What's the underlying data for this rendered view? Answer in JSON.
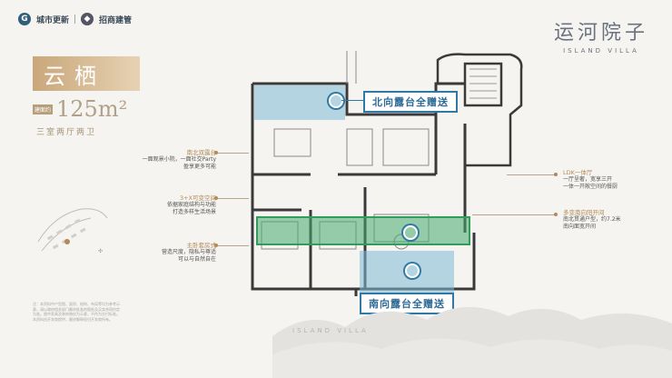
{
  "header": {
    "logo1": "城市更新",
    "logo2": "招商建管",
    "brand_cn": "运河院子",
    "brand_en": "ISLAND VILLA"
  },
  "unit": {
    "name": "云栖",
    "area_tag": "建面约",
    "area": "125m²",
    "rooms": "三室两厅两卫"
  },
  "left_annotations": [
    {
      "title": "南北双露台",
      "desc": "一面观景小院，一面社交Party\n盈享更多可能"
    },
    {
      "title": "3+X可变空间",
      "desc": "依据家庭结构与功能\n打造多样生活场景"
    },
    {
      "title": "主卧套房式",
      "desc": "营造尺度，隐私与尊适\n可以与自然自在"
    }
  ],
  "right_annotations": [
    {
      "title": "LDK一体厅",
      "desc": "一厅呈奢，宽享三开\n一体一开敞空间的餐厨"
    },
    {
      "title": "多变南向阳开间",
      "desc": "南北贯通户型，约7.2米\n南向面宽开间"
    }
  ],
  "callouts": {
    "north": "北向露台全赠送",
    "south": "南向露台全赠送"
  },
  "fine_print": "注：本资料中户型图、面积、结构、布局等均为参考示意，请以政府相关部门最终批准的图纸及买卖合同约定为准。图中家具及装饰物仅为示意，不作为交付标准。本资料由开发商提供，最终解释权归开发商所有。",
  "footer_en": "ISLAND VILLA",
  "colors": {
    "accent": "#b18a57",
    "blue": "#2d7aa6",
    "green": "#2e9e5a"
  }
}
